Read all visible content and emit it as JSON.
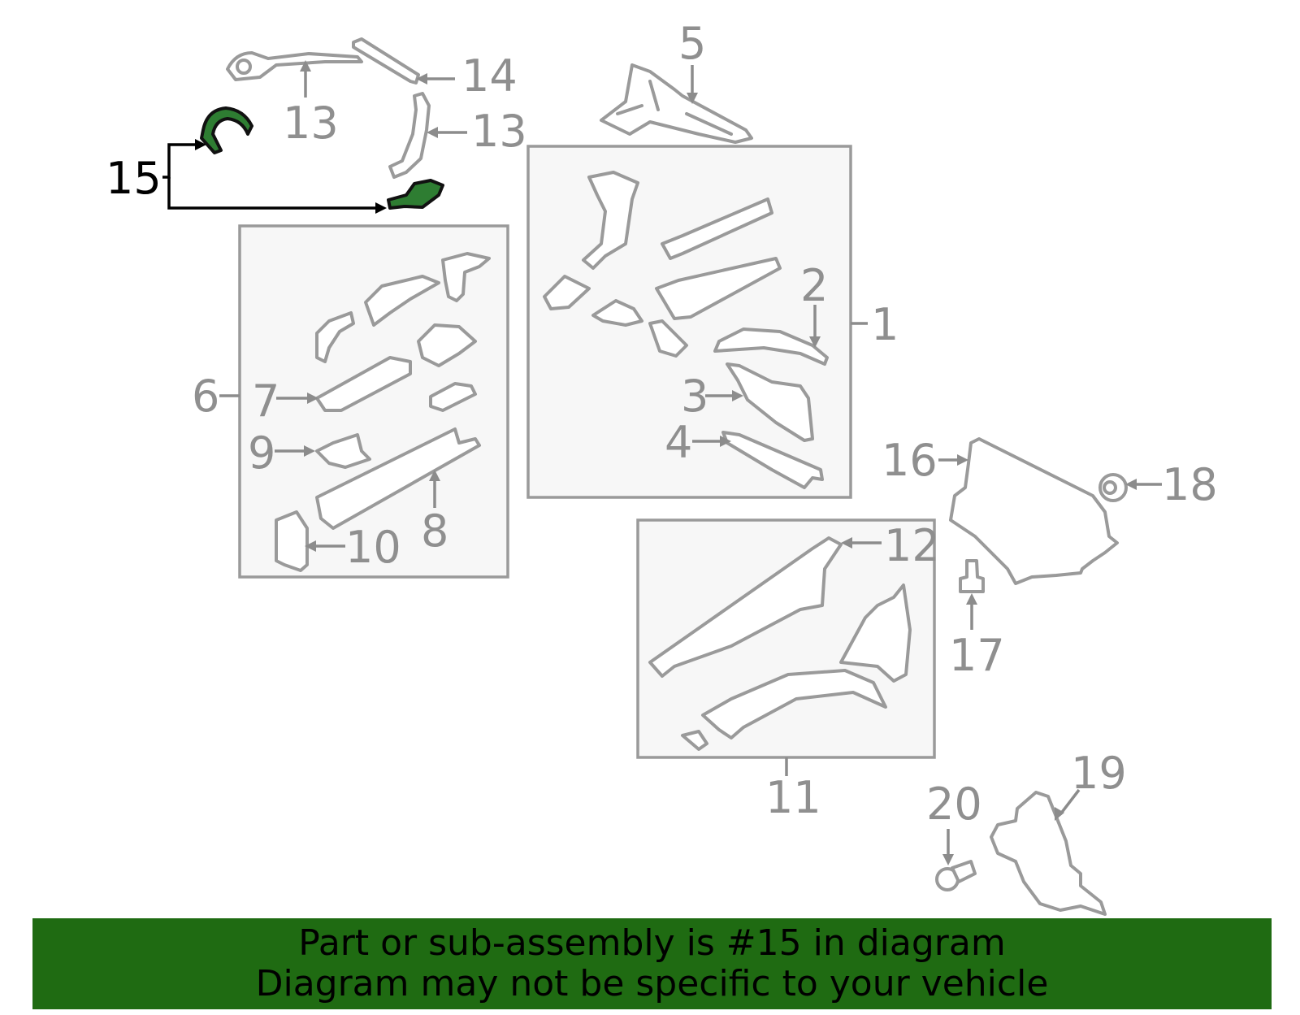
{
  "diagram": {
    "callouts": {
      "c1": "1",
      "c2": "2",
      "c3": "3",
      "c4": "4",
      "c5": "5",
      "c6": "6",
      "c7": "7",
      "c8": "8",
      "c9": "9",
      "c10": "10",
      "c11": "11",
      "c12": "12",
      "c13a": "13",
      "c13b": "13",
      "c14": "14",
      "c15": "15",
      "c16": "16",
      "c17": "17",
      "c18": "18",
      "c19": "19",
      "c20": "20"
    },
    "highlighted_part": "15",
    "colors": {
      "highlight_fill": "#2e7d32",
      "part_stroke": "#9a9a9a",
      "banner_background": "#1f6b12"
    }
  },
  "banner": {
    "line1": "Part or sub-assembly is #15 in diagram",
    "line2": "Diagram may not be specific to your vehicle"
  }
}
